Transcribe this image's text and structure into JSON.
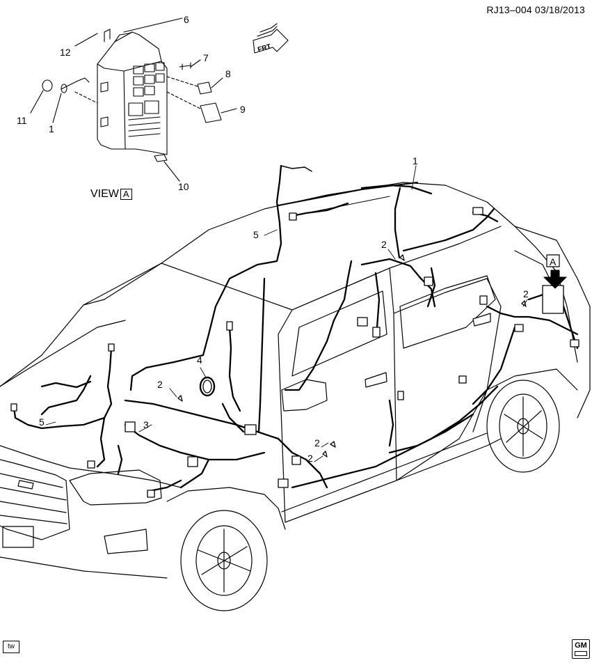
{
  "header": {
    "doc_id": "RJ13–004 03/18/2013"
  },
  "view_label": {
    "text": "VIEW",
    "letter": "A"
  },
  "view_marker": {
    "letter": "A"
  },
  "front_indicator": {
    "text": "FRT",
    "icon": "front-arrow-icon"
  },
  "callouts": [
    {
      "id": "c6",
      "text": "6"
    },
    {
      "id": "c7",
      "text": "7"
    },
    {
      "id": "c8",
      "text": "8"
    },
    {
      "id": "c9",
      "text": "9"
    },
    {
      "id": "c10",
      "text": "10"
    },
    {
      "id": "c11",
      "text": "11"
    },
    {
      "id": "c12",
      "text": "12"
    },
    {
      "id": "c1a",
      "text": "1"
    },
    {
      "id": "c1b",
      "text": "1"
    },
    {
      "id": "c2a",
      "text": "2"
    },
    {
      "id": "c2b",
      "text": "2"
    },
    {
      "id": "c2c",
      "text": "2"
    },
    {
      "id": "c2d",
      "text": "2"
    },
    {
      "id": "c2e",
      "text": "2"
    },
    {
      "id": "c3",
      "text": "3"
    },
    {
      "id": "c4",
      "text": "4"
    },
    {
      "id": "c5a",
      "text": "5"
    },
    {
      "id": "c5b",
      "text": "5"
    }
  ],
  "footer": {
    "badge": "tw",
    "logo_text": "GM"
  }
}
